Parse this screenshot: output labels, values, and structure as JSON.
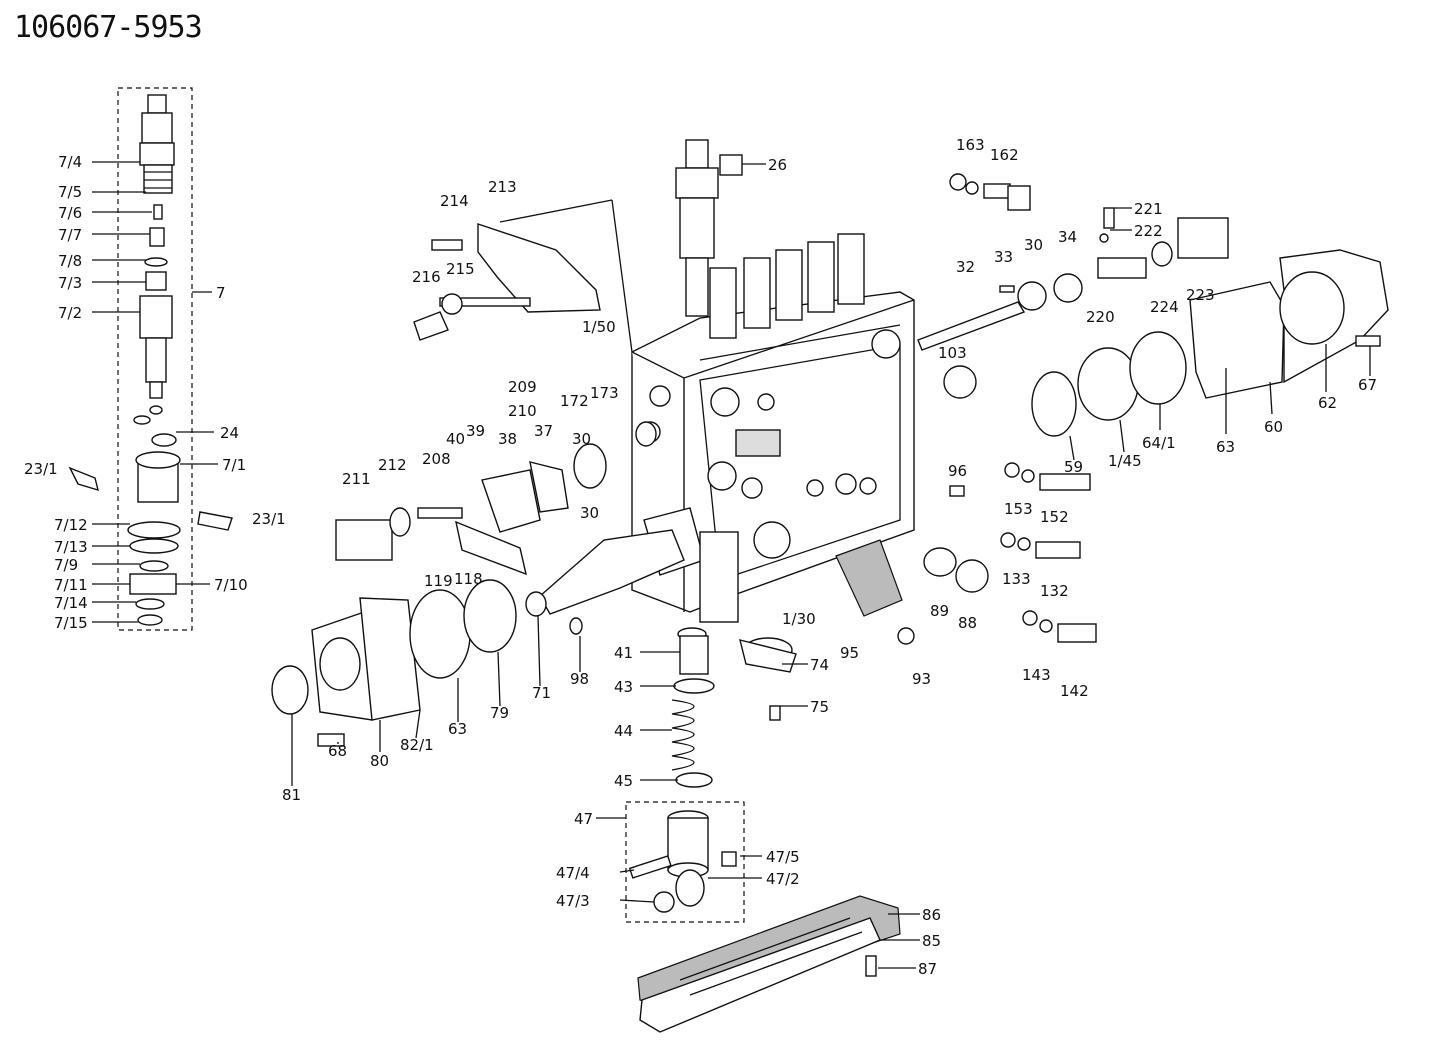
{
  "diagram": {
    "title": "106067-5953",
    "labels": [
      "7/4",
      "7/5",
      "7/6",
      "7/7",
      "7/8",
      "7/3",
      "7/2",
      "7",
      "24",
      "23/1",
      "7/1",
      "23/1",
      "7/12",
      "7/13",
      "7/9",
      "7/11",
      "7/10",
      "7/14",
      "7/15",
      "214",
      "213",
      "216",
      "215",
      "26",
      "1/50",
      "163",
      "162",
      "221",
      "222",
      "33",
      "30",
      "34",
      "32",
      "224",
      "223",
      "220",
      "103",
      "209",
      "210",
      "172",
      "173",
      "40",
      "39",
      "38",
      "37",
      "30",
      "30",
      "211",
      "212",
      "208",
      "119",
      "118",
      "96",
      "59",
      "1/45",
      "64/1",
      "63",
      "60",
      "62",
      "67",
      "153",
      "152",
      "133",
      "132",
      "143",
      "142",
      "89",
      "88",
      "95",
      "93",
      "1/30",
      "74",
      "75",
      "41",
      "43",
      "44",
      "45",
      "98",
      "71",
      "79",
      "63",
      "82/1",
      "80",
      "81",
      "68",
      "47",
      "47/5",
      "47/4",
      "47/2",
      "47/3",
      "86",
      "85",
      "87"
    ]
  }
}
